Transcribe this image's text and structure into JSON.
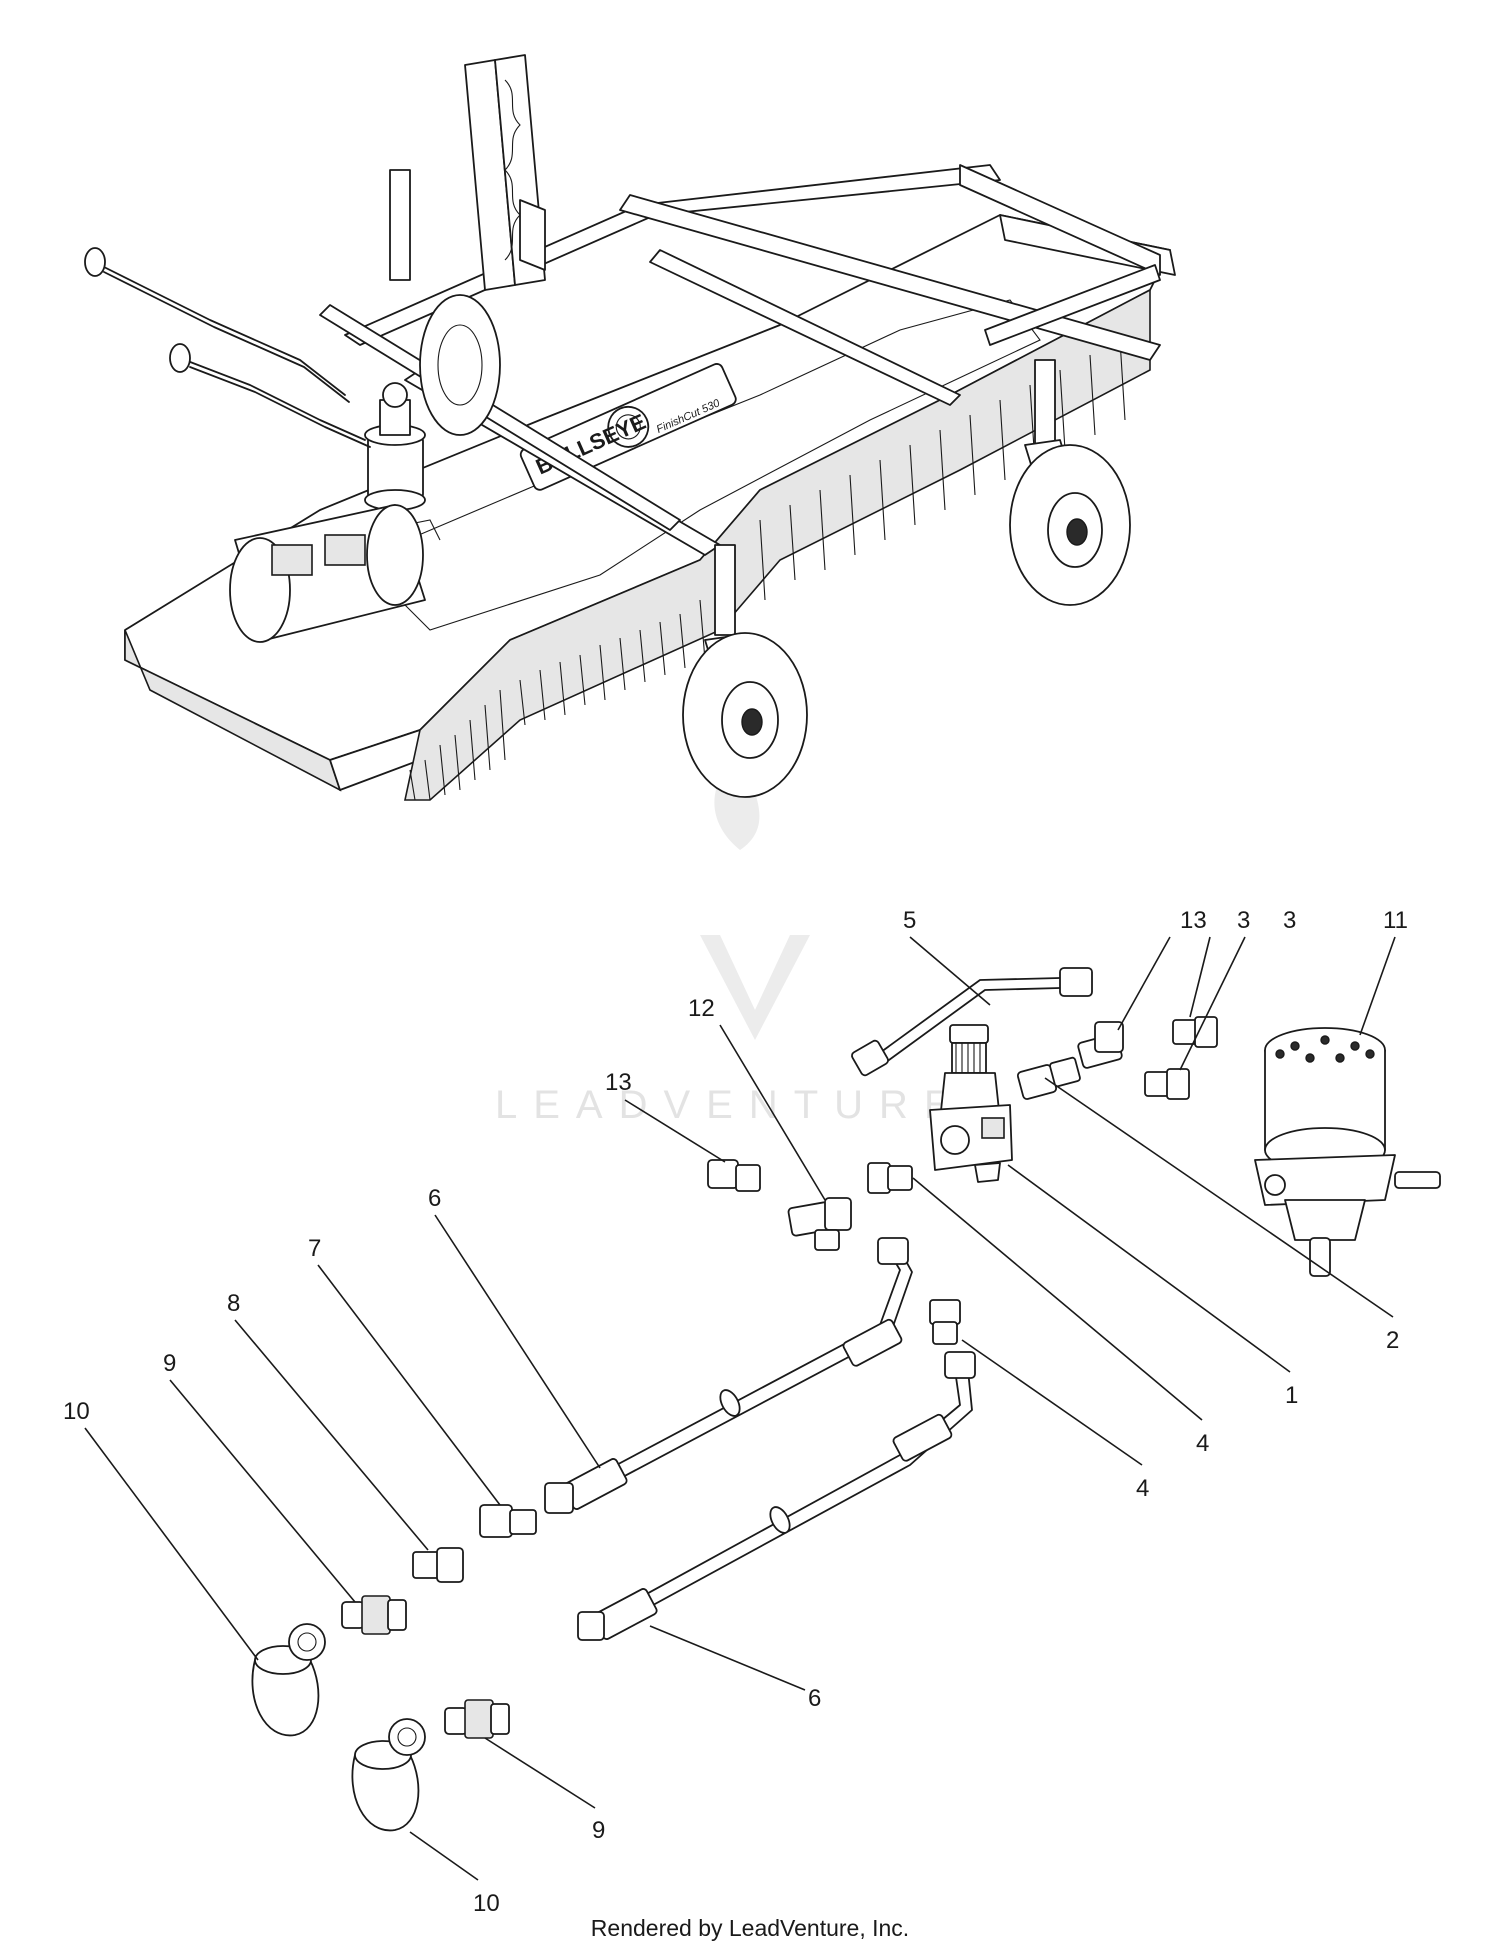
{
  "machine": {
    "brand_logo": "BULLSEYE",
    "model_text": "FinishCut 530"
  },
  "watermark": {
    "text": "LEADVENTURE"
  },
  "callouts": [
    {
      "id": "c1",
      "label": "1"
    },
    {
      "id": "c2",
      "label": "2"
    },
    {
      "id": "c3a",
      "label": "3"
    },
    {
      "id": "c3b",
      "label": "3"
    },
    {
      "id": "c4a",
      "label": "4"
    },
    {
      "id": "c4b",
      "label": "4"
    },
    {
      "id": "c5",
      "label": "5"
    },
    {
      "id": "c6a",
      "label": "6"
    },
    {
      "id": "c6b",
      "label": "6"
    },
    {
      "id": "c7",
      "label": "7"
    },
    {
      "id": "c8",
      "label": "8"
    },
    {
      "id": "c9a",
      "label": "9"
    },
    {
      "id": "c9b",
      "label": "9"
    },
    {
      "id": "c10a",
      "label": "10"
    },
    {
      "id": "c10b",
      "label": "10"
    },
    {
      "id": "c11",
      "label": "11"
    },
    {
      "id": "c12",
      "label": "12"
    },
    {
      "id": "c13a",
      "label": "13"
    },
    {
      "id": "c13b",
      "label": "13"
    }
  ],
  "footer": {
    "text": "Rendered by LeadVenture, Inc."
  }
}
